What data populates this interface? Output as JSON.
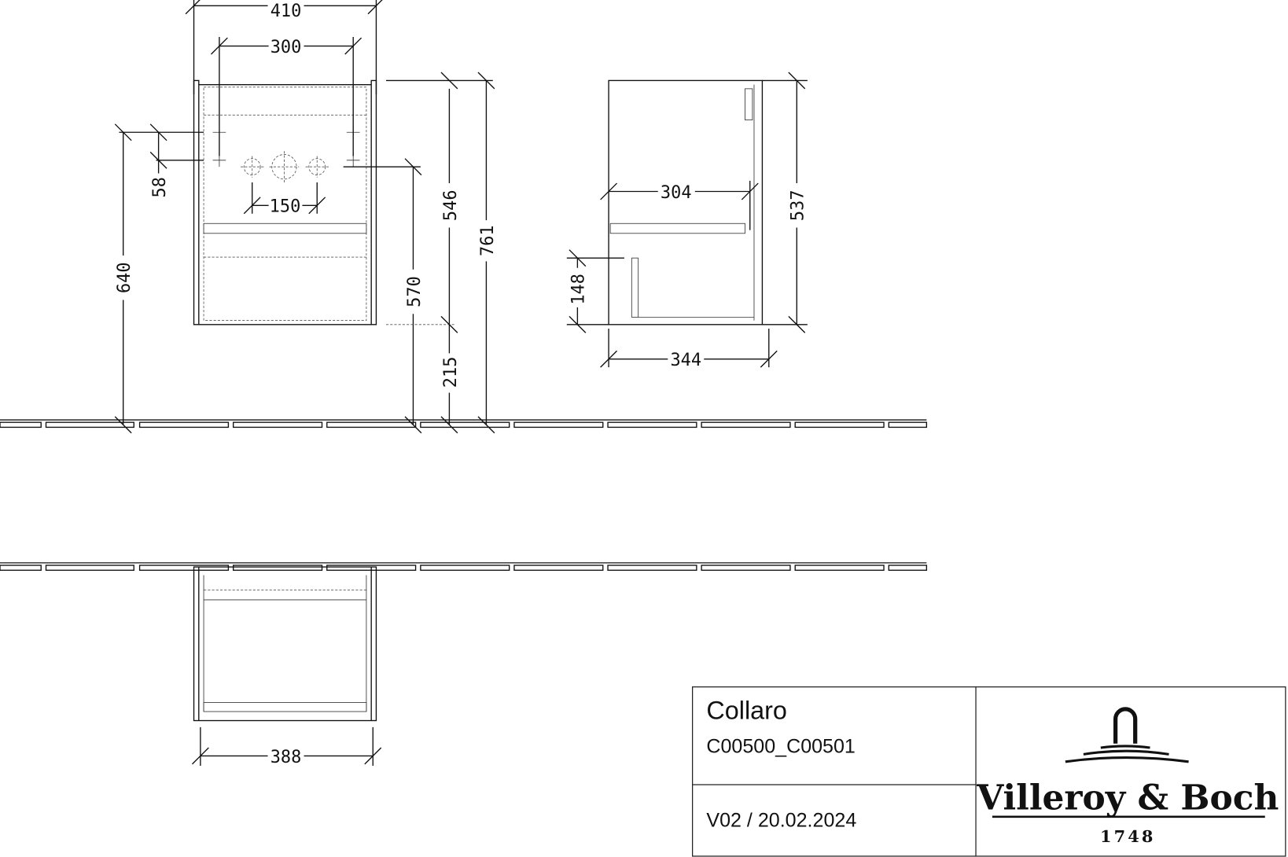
{
  "dimensions": {
    "front_width": "410",
    "hole_spacing": "300",
    "hole_offset": "58",
    "mount_height": "640",
    "tap_spacing": "150",
    "drain_height": "570",
    "cabinet_height": "546",
    "floor_clearance": "215",
    "total_height": "761",
    "side_inner_depth": "304",
    "side_height": "537",
    "side_bottom": "148",
    "side_depth": "344",
    "top_width": "388"
  },
  "title_block": {
    "series": "Collaro",
    "article": "C00500_C00501",
    "version": "V02 / 20.02.2024",
    "brand": "Villeroy & Boch",
    "year": "1748"
  },
  "colors": {
    "line": "#111111",
    "background": "#ffffff"
  }
}
